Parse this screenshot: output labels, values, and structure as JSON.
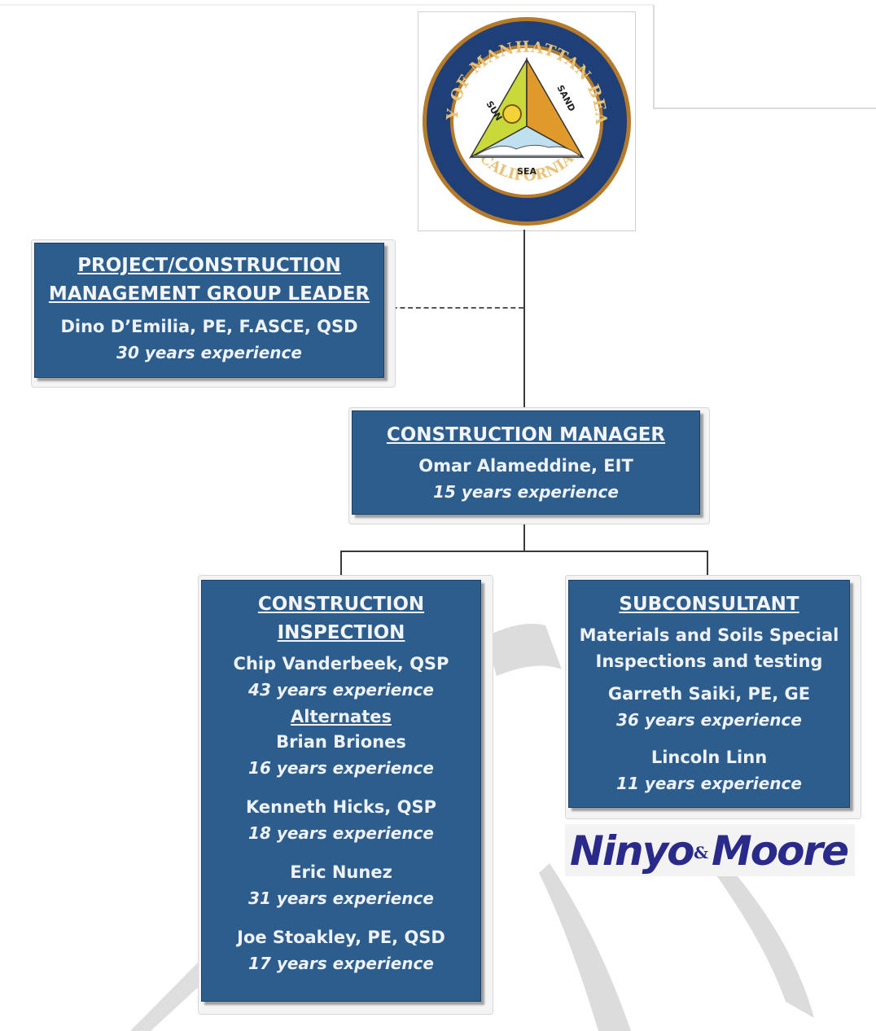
{
  "seal": {
    "top_text": "CITY OF MANHATTAN BEACH",
    "bottom_text": "CALIFORNIA",
    "sun": "SUN",
    "sand": "SAND",
    "sea": "SEA"
  },
  "leader": {
    "title_line1": "PROJECT/CONSTRUCTION",
    "title_line2": "MANAGEMENT GROUP LEADER",
    "name": "Dino D’Emilia, PE, F.ASCE, QSD",
    "experience": "30 years experience"
  },
  "manager": {
    "title": "CONSTRUCTION MANAGER",
    "name": "Omar Alameddine, EIT",
    "experience": "15 years experience"
  },
  "inspection": {
    "title_line1": "CONSTRUCTION",
    "title_line2": "INSPECTION",
    "lead": {
      "name": "Chip Vanderbeek, QSP",
      "experience": "43 years experience"
    },
    "alternates_label": "Alternates",
    "alternates": [
      {
        "name": "Brian Briones",
        "experience": "16 years experience"
      },
      {
        "name": "Kenneth Hicks, QSP",
        "experience": "18 years experience"
      },
      {
        "name": "Eric Nunez",
        "experience": "31 years experience"
      },
      {
        "name": "Joe Stoakley, PE, QSD",
        "experience": "17 years experience"
      }
    ]
  },
  "subconsultant": {
    "title": "SUBCONSULTANT",
    "desc_line1": "Materials and Soils Special",
    "desc_line2": "Inspections and testing",
    "people": [
      {
        "name": "Garreth Saiki, PE, GE",
        "experience": "36 years experience"
      },
      {
        "name": "Lincoln Linn",
        "experience": "11 years experience"
      }
    ]
  },
  "logo": {
    "word1": "Ninyo",
    "amp": "&",
    "word2": "Moore"
  }
}
